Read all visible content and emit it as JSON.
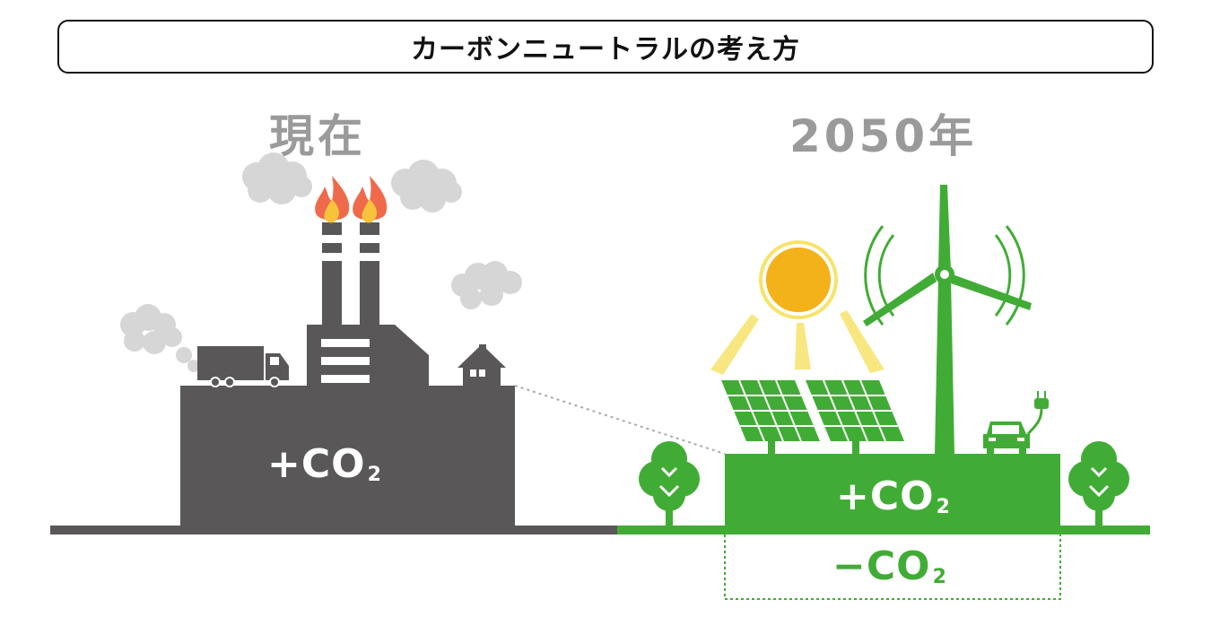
{
  "title": "カーボンニュートラルの考え方",
  "present": {
    "heading": "現在",
    "emission_label": "+CO",
    "emission_subscript": "2"
  },
  "future": {
    "heading": "2050年",
    "emission_label": "+CO",
    "emission_subscript": "2",
    "removal_label": "−CO",
    "removal_subscript": "2"
  },
  "colors": {
    "factory_gray": "#595757",
    "smoke_gray": "#d6d6d6",
    "green": "#41ac35",
    "sun": "#f4b21a",
    "heading_gray": "#9a9a9a"
  },
  "icons": [
    "factory-icon",
    "truck-icon",
    "house-icon",
    "smoke-icon",
    "flame-icon",
    "sun-icon",
    "solar-panel-icon",
    "wind-turbine-icon",
    "car-icon",
    "plug-icon",
    "tree-icon"
  ]
}
